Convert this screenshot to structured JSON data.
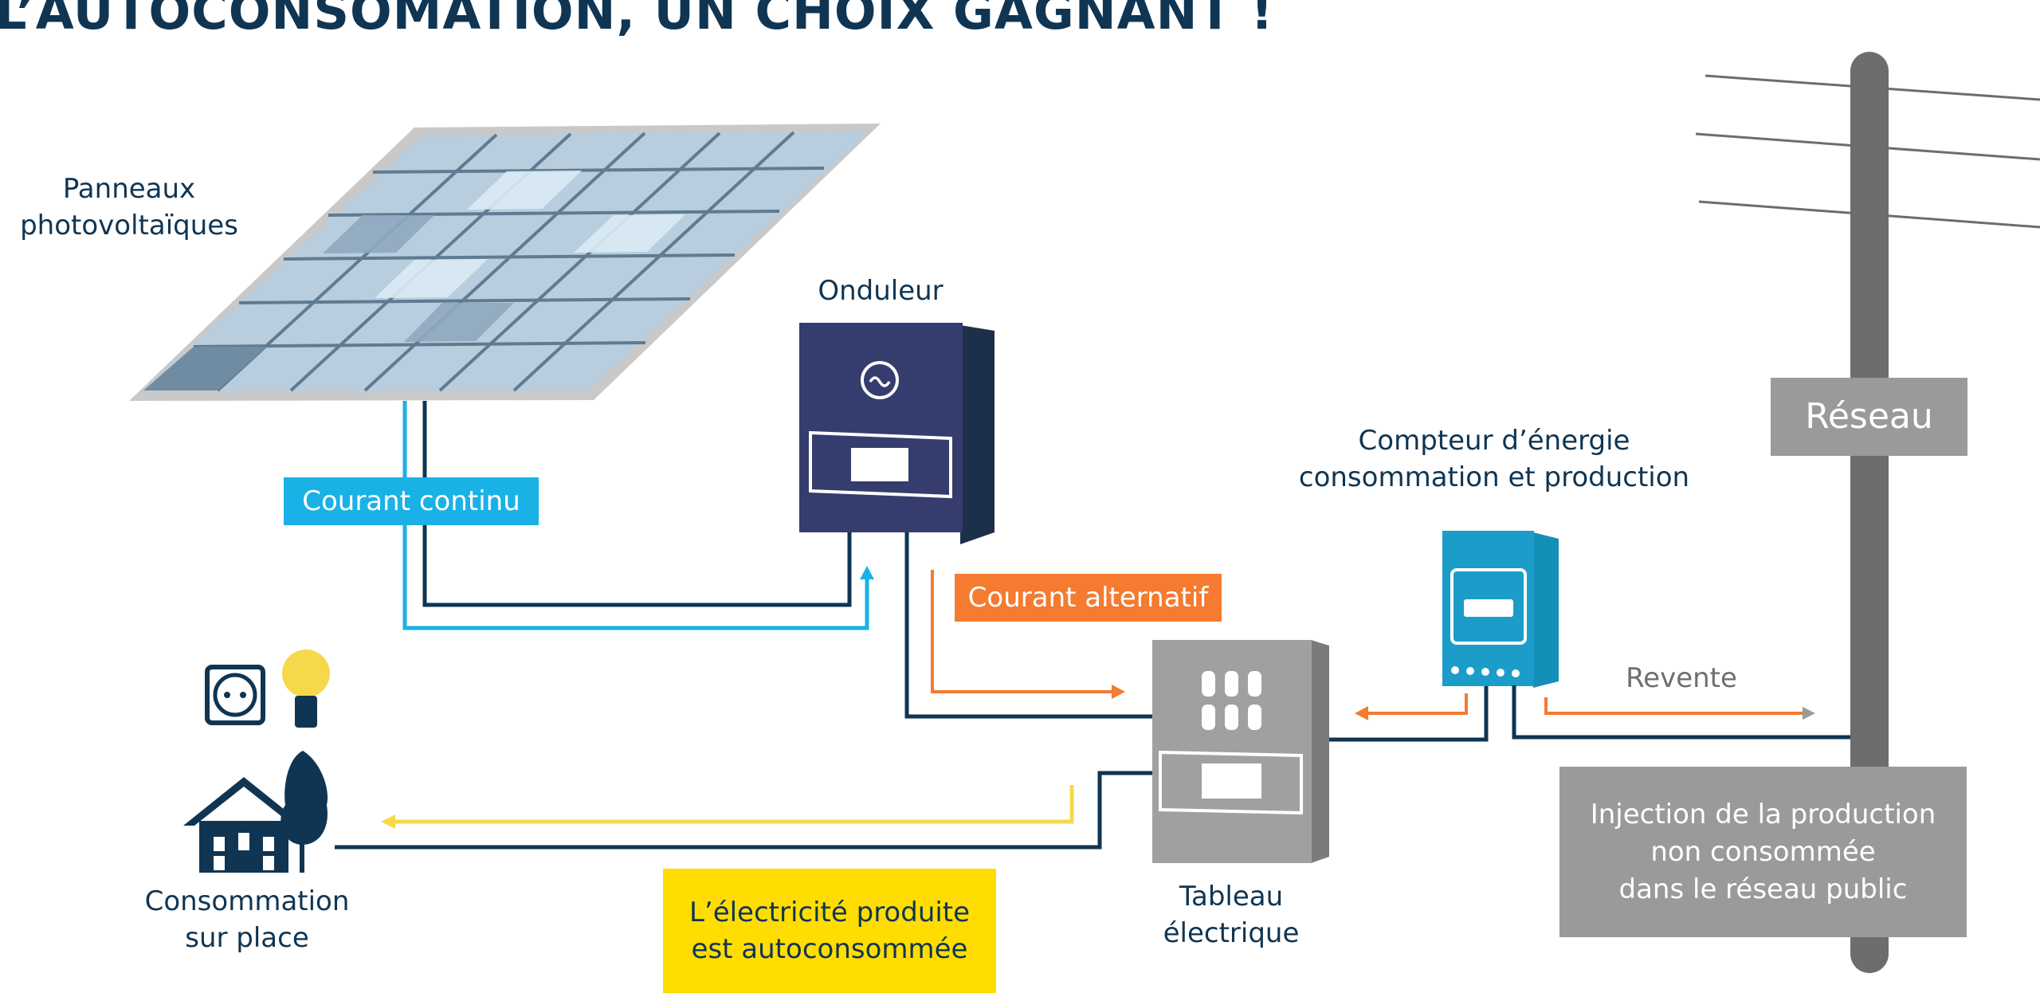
{
  "title": "L’AUTOCONSOMATION, UN CHOIX GAGNANT !",
  "labels": {
    "panels": [
      "Panneaux",
      "photovoltaïques"
    ],
    "inverter": "Onduleur",
    "meter": [
      "Compteur d’énergie",
      "consommation et production"
    ],
    "panel_board": [
      "Tableau",
      "électrique"
    ],
    "consumption": [
      "Consommation",
      "sur place"
    ],
    "resale": "Revente"
  },
  "tags": {
    "dc": "Courant continu",
    "ac": "Courant alternatif",
    "grid": "Réseau"
  },
  "boxes": {
    "self_consumed": [
      "L’électricité produite",
      "est autoconsommée"
    ],
    "injection": [
      "Injection de la production",
      "non consommée",
      "dans le réseau public"
    ]
  },
  "colors": {
    "navy": "#0f3553",
    "dc_blue": "#1ab1e6",
    "ac_orange": "#f47b30",
    "yellow_flow": "#f5d94a",
    "yellow_box": "#ffdd00",
    "grey": "#9a9a9a",
    "pole": "#6d6d6d",
    "inverter": "#353d6e",
    "meter": "#1c9cc8"
  },
  "icons": [
    "solar-panel-icon",
    "inverter-icon",
    "energy-meter-icon",
    "electrical-panel-icon",
    "utility-pole-icon",
    "house-icon",
    "tree-icon",
    "power-outlet-icon",
    "light-bulb-icon"
  ]
}
